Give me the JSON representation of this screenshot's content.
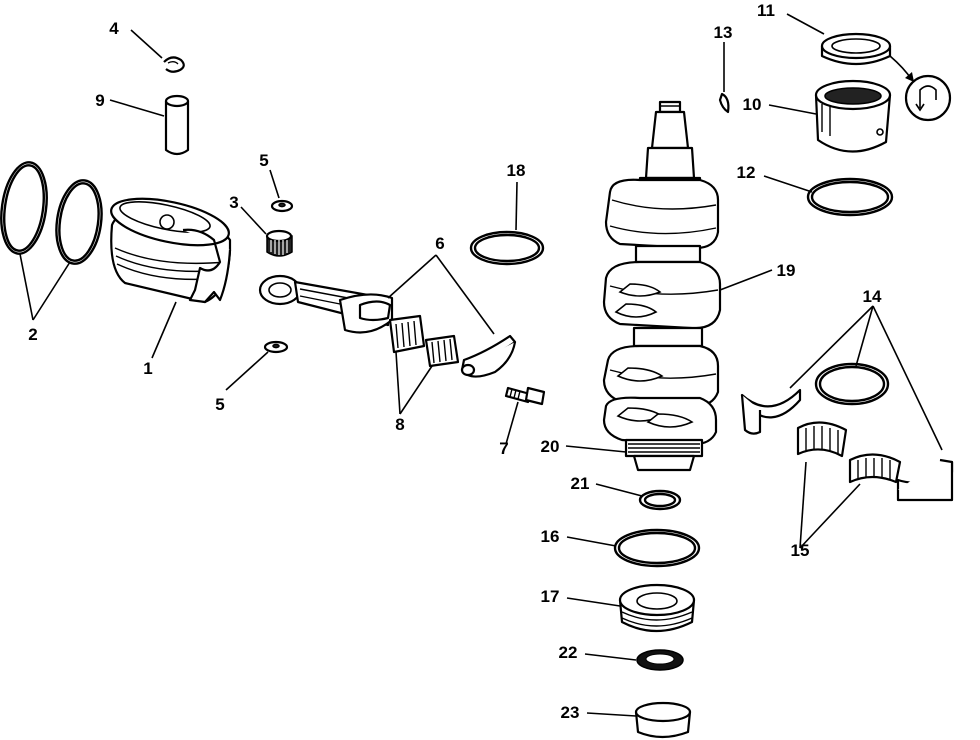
{
  "callouts": [
    {
      "id": "1",
      "text": "1"
    },
    {
      "id": "2",
      "text": "2"
    },
    {
      "id": "3",
      "text": "3"
    },
    {
      "id": "4",
      "text": "4"
    },
    {
      "id": "5a",
      "text": "5"
    },
    {
      "id": "5b",
      "text": "5"
    },
    {
      "id": "6",
      "text": "6"
    },
    {
      "id": "7",
      "text": "7"
    },
    {
      "id": "8",
      "text": "8"
    },
    {
      "id": "9",
      "text": "9"
    },
    {
      "id": "10",
      "text": "10"
    },
    {
      "id": "11",
      "text": "11"
    },
    {
      "id": "12",
      "text": "12"
    },
    {
      "id": "13",
      "text": "13"
    },
    {
      "id": "14",
      "text": "14"
    },
    {
      "id": "15",
      "text": "15"
    },
    {
      "id": "16",
      "text": "16"
    },
    {
      "id": "17",
      "text": "17"
    },
    {
      "id": "18",
      "text": "18"
    },
    {
      "id": "19",
      "text": "19"
    },
    {
      "id": "20",
      "text": "20"
    },
    {
      "id": "21",
      "text": "21"
    },
    {
      "id": "22",
      "text": "22"
    },
    {
      "id": "23",
      "text": "23"
    }
  ],
  "icons": {
    "direction_symbol": "apply-sealant-icon"
  }
}
